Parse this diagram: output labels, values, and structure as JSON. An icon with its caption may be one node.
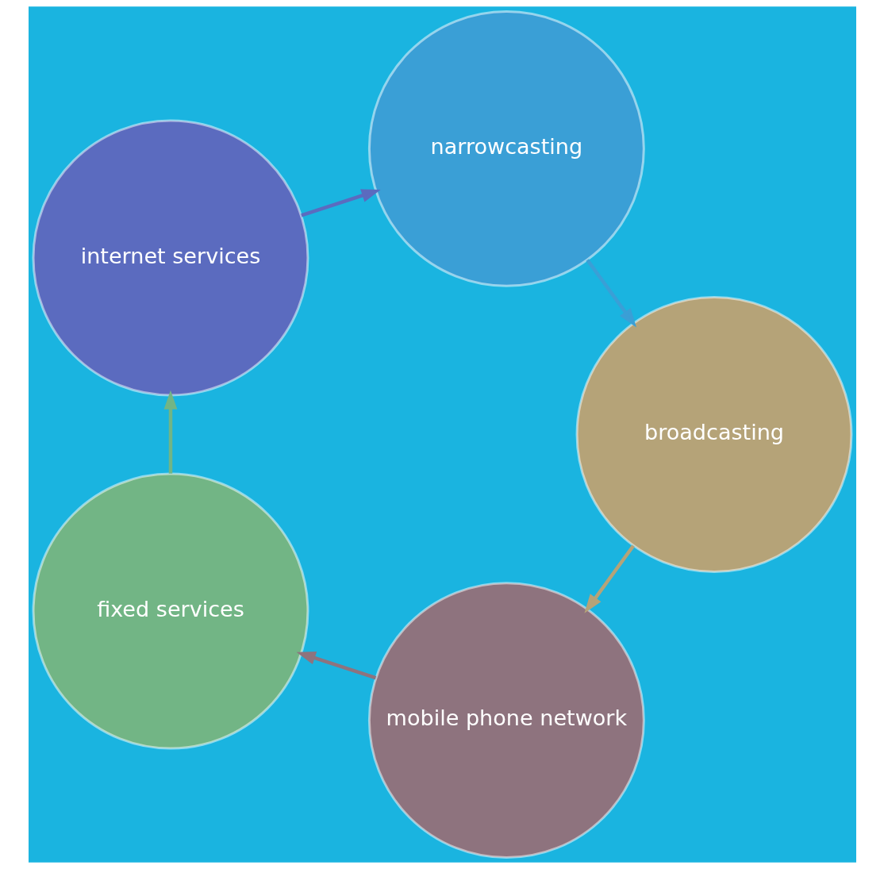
{
  "diagram": {
    "nodes": [
      {
        "text": [
          "mobile phone network"
        ]
      },
      {
        "text": [
          "fixed services"
        ]
      },
      {
        "text": [
          "internet services"
        ]
      },
      {
        "text": [
          "narrowcasting"
        ]
      },
      {
        "text": [
          "broadcasting"
        ]
      }
    ],
    "edges": [
      {
        "from": 0,
        "to": 1,
        "arrow": "to",
        "color": "#8e737e"
      },
      {
        "from": 1,
        "to": 2,
        "arrow": "to",
        "color": "#72b585"
      },
      {
        "from": 2,
        "to": 3,
        "arrow": "to",
        "color": "#5b6bbf"
      },
      {
        "from": 3,
        "to": 4,
        "arrow": "to",
        "color": "#3a9fd6"
      },
      {
        "from": 4,
        "to": 0,
        "arrow": "to",
        "color": "#b5a378"
      }
    ]
  }
}
